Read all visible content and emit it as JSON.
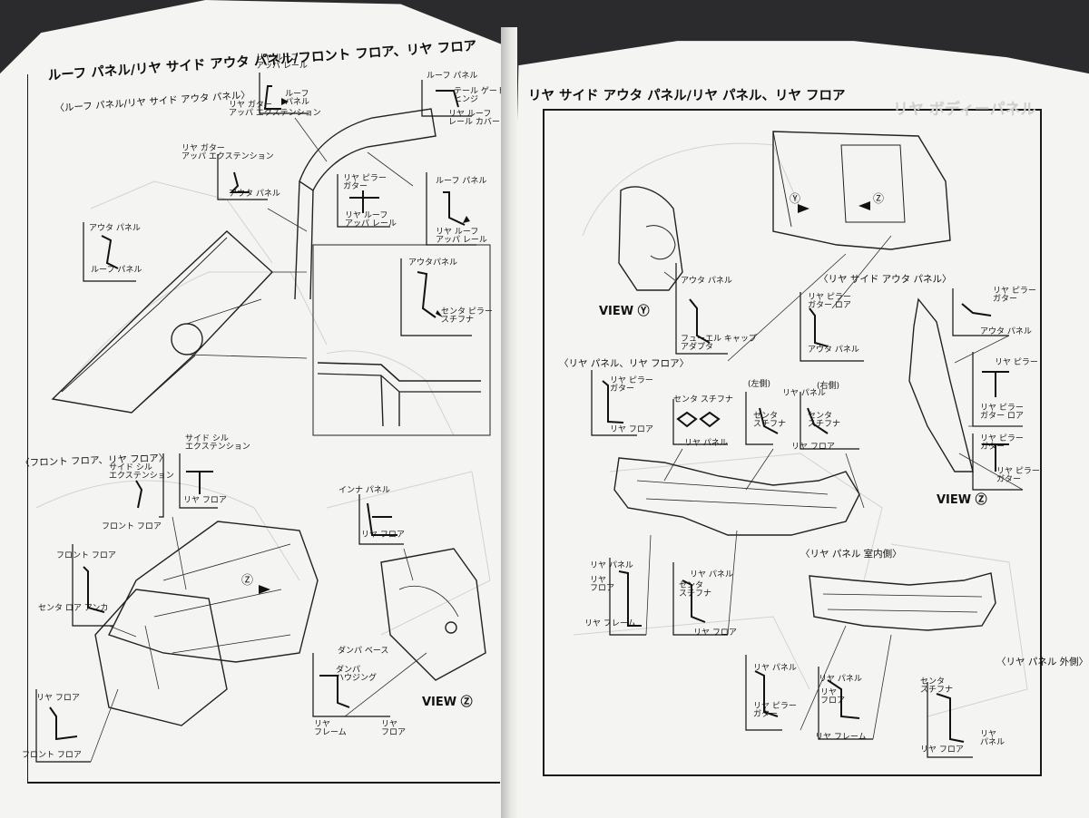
{
  "left": {
    "header": "ルーフ パネル/リヤ サイド アウタ パネル/フロント フロア、リヤ フロア",
    "section1": "〈ルーフ パネル/リヤ サイド アウタ パネル〉",
    "section2": "〈フロント フロア、リヤ フロア〉",
    "labels": {
      "rr_roof_upper_rail": "リヤ ルーフ\nアッパ レール",
      "roof_panel_a": "ルーフ\nパネル",
      "rr_gutter_upper_ext_a": "リヤ ガター\nアッパ エクステンション",
      "roof_panel_b": "ルーフ パネル",
      "tail_gate_hinge": "テール ゲート\nヒンジ",
      "rr_roof_rail_cover": "リヤ ルーフ\nレール カバー",
      "rr_gutter_upper_ext_b": "リヤ ガター\nアッパ エクステンション",
      "outer_panel_a": "アウタ パネル",
      "rr_pillar_gutter": "リヤ ピラー\nガター",
      "rr_roof_upper_rail_b": "リヤ ルーフ\nアッパ レール",
      "roof_panel_c": "ルーフ パネル",
      "rr_roof_upper_rail_c": "リヤ ルーフ\nアッパ レール",
      "outer_panel_b": "アウタ パネル",
      "roof_panel_d": "ルーフ パネル",
      "outer_panel_c": "アウタパネル",
      "center_pillar_stiffener": "センタ ピラー\nスチフナ",
      "side_sill_ext_a": "サイド シル\nエクステンション",
      "side_sill_ext_b": "サイド シル\nエクステンション",
      "front_floor_a": "フロント フロア",
      "rr_floor_a": "リヤ フロア",
      "front_floor_b": "フロント フロア",
      "center_lower_anchor": "センタ ロア アンカ",
      "inner_panel": "インナ パネル",
      "rr_floor_b": "リヤ フロア",
      "damper_base": "ダンパ ベース",
      "damper_housing": "ダンパ\nハウジング",
      "rr_floor_c": "リヤ フロア",
      "front_floor_c": "フロント フロア",
      "rr_frame": "リヤ\nフレーム",
      "rr_floor_d": "リヤ\nフロア"
    },
    "view_z": "VIEW Ⓩ",
    "marker_z": "Ⓩ"
  },
  "right": {
    "header": "リヤ サイド アウタ パネル/リヤ パネル、リヤ フロア",
    "ghost_header": "リヤ ボディーパネル",
    "section_outer": "〈リヤ サイド アウタ パネル〉",
    "section_rear": "〈リヤ パネル、リヤ フロア〉",
    "section_inner": "〈リヤ パネル 室内側〉",
    "section_outside": "〈リヤ パネル 外側〉",
    "view_y": "VIEW Ⓨ",
    "view_z": "VIEW Ⓩ",
    "marker_y": "Ⓨ",
    "marker_z": "Ⓩ",
    "labels": {
      "outer_panel_y": "アウタ パネル",
      "fuel_cap_adapter": "フューエル キャップ\nアダプタ",
      "rr_pillar_gutter_lower_a": "リヤ ピラー\nガター ロア",
      "outer_panel_z": "アウタ パネル",
      "rr_pillar_gutter_a": "リヤ ピラー\nガター",
      "outer_panel_z2": "アウタ パネル",
      "rr_pillar": "リヤ ピラー",
      "rr_pillar_gutter_lower_b": "リヤ ピラー\nガター ロア",
      "rr_pillar_gutter_b": "リヤ ピラー\nガター",
      "rr_pillar_gutter_c": "リヤ ピラー\nガター",
      "rr_floor_r1": "リヤ フロア",
      "center_stiffener_a": "センタ スチフナ",
      "rr_panel_a": "リヤ パネル",
      "left_side": "(左側)",
      "right_side": "(右側)",
      "rr_panel_b": "リヤ パネル",
      "center_stiffener_b": "センタ\nスチフナ",
      "center_stiffener_c": "センタ\nスチフナ",
      "rr_floor_r2": "リヤ フロア",
      "rr_panel_c": "リヤ パネル",
      "rr_floor_r3": "リヤ\nフロア",
      "rr_frame_r1": "リヤ フレーム",
      "rr_panel_d": "リヤ パネル",
      "center_stiffener_d": "センタ\nスチフナ",
      "rr_floor_r4": "リヤ フロア",
      "rr_panel_e": "リヤ パネル",
      "rr_pillar_gutter_d": "リヤ ピラー\nガター",
      "rr_panel_f": "リヤ パネル",
      "rr_floor_r5": "リヤ\nフロア",
      "rr_frame_r2": "リヤ フレーム",
      "center_stiffener_e": "センタ\nスチフナ",
      "rr_floor_r6": "リヤ フロア",
      "rr_panel_g": "リヤ\nパネル"
    }
  }
}
